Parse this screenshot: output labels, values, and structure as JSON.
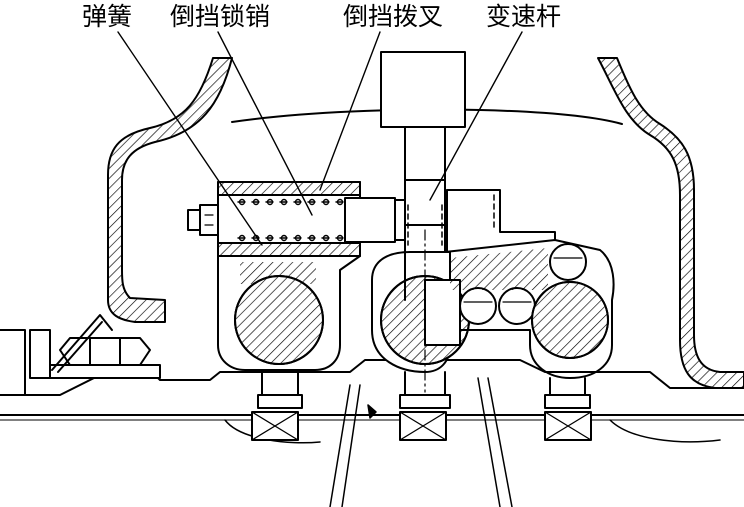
{
  "labels": {
    "spring": "弹簧",
    "reverse_lock_pin": "倒挡锁销",
    "reverse_shift_fork": "倒挡拨叉",
    "shift_lever": "变速杆"
  },
  "colors": {
    "ink": "#000000",
    "paper": "#ffffff"
  }
}
